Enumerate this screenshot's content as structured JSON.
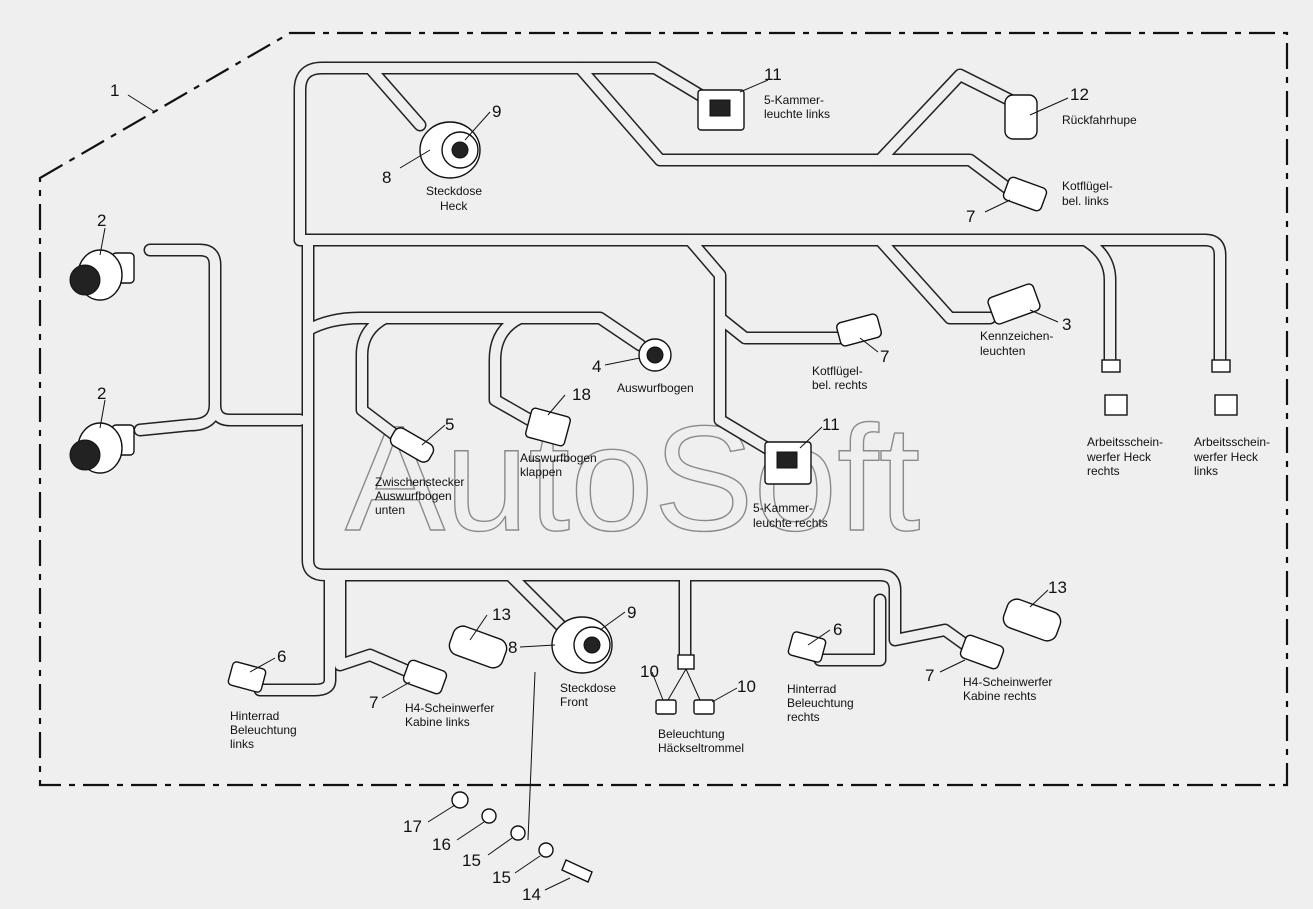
{
  "watermark": "AutoSoft",
  "parts": {
    "p1": "1",
    "p2a": "2",
    "p2b": "2",
    "p3": "3",
    "p4": "4",
    "p5": "5",
    "p6a": "6",
    "p6b": "6",
    "p7a": "7",
    "p7b": "7",
    "p7c": "7",
    "p7d": "7",
    "p8a": "8",
    "p8b": "8",
    "p9a": "9",
    "p9b": "9",
    "p10a": "10",
    "p10b": "10",
    "p11a": "11",
    "p11b": "11",
    "p12": "12",
    "p13a": "13",
    "p13b": "13",
    "p14": "14",
    "p15a": "15",
    "p15b": "15",
    "p16": "16",
    "p17": "17",
    "p18": "18"
  },
  "labels": {
    "kammer_links": [
      "5-Kammer-",
      "leuchte links"
    ],
    "rueckfahrhupe": [
      "Rückfahrhupe"
    ],
    "kotfluegel_links": [
      "Kotflügel-",
      "bel. links"
    ],
    "steckdose_heck": [
      "Steckdose",
      "Heck"
    ],
    "kennzeichen": [
      "Kennzeichen-",
      "leuchten"
    ],
    "kotfluegel_rechts": [
      "Kotflügel-",
      "bel. rechts"
    ],
    "auswurfbogen": [
      "Auswurfbogen"
    ],
    "auswurfbogen_klappen": [
      "Auswurfbogen",
      "klappen"
    ],
    "zwischenstecker": [
      "Zwischenstecker",
      "Auswurfbogen",
      "unten"
    ],
    "kammer_rechts": [
      "5-Kammer-",
      "leuchte rechts"
    ],
    "arbeit_rechts": [
      "Arbeitsschein-",
      "werfer Heck",
      "rechts"
    ],
    "arbeit_links": [
      "Arbeitsschein-",
      "werfer Heck",
      "links"
    ],
    "hinterrad_links": [
      "Hinterrad",
      "Beleuchtung",
      "links"
    ],
    "h4_links": [
      "H4-Scheinwerfer",
      "Kabine links"
    ],
    "steckdose_front": [
      "Steckdose",
      "Front"
    ],
    "beleuchtung_hackseltrommel": [
      "Beleuchtung",
      "Häckseltrommel"
    ],
    "hinterrad_rechts": [
      "Hinterrad",
      "Beleuchtung",
      "rechts"
    ],
    "h4_rechts": [
      "H4-Scheinwerfer",
      "Kabine rechts"
    ]
  }
}
